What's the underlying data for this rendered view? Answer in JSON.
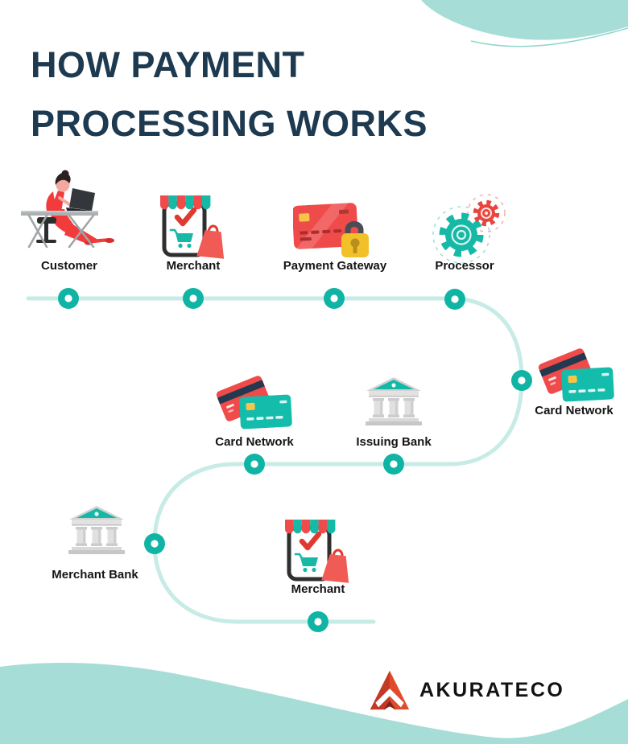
{
  "title": {
    "line1": "HOW PAYMENT",
    "line2": "PROCESSING WORKS"
  },
  "flow": {
    "stages": [
      {
        "label": "Customer",
        "icon": "customer-at-desk-icon"
      },
      {
        "label": "Merchant",
        "icon": "storefront-phone-icon"
      },
      {
        "label": "Payment Gateway",
        "icon": "credit-card-lock-icon"
      },
      {
        "label": "Processor",
        "icon": "gears-icon"
      },
      {
        "label": "Card Network",
        "icon": "credit-cards-icon"
      },
      {
        "label": "Issuing Bank",
        "icon": "bank-icon"
      },
      {
        "label": "Card Network",
        "icon": "credit-cards-icon"
      },
      {
        "label": "Merchant Bank",
        "icon": "bank-icon"
      },
      {
        "label": "Merchant",
        "icon": "storefront-phone-icon"
      }
    ]
  },
  "brand": {
    "name": "AKURATECO",
    "logo_icon": "akurateco-arrow-logo-icon"
  },
  "colors": {
    "title_navy": "#1e3a50",
    "accent_teal": "#10b4a4",
    "path_light_teal": "#c7ebe5",
    "wave_teal": "#a7ddd7",
    "icon_red": "#f04b4b",
    "icon_yellow": "#f2c029",
    "label_black": "#151515"
  }
}
